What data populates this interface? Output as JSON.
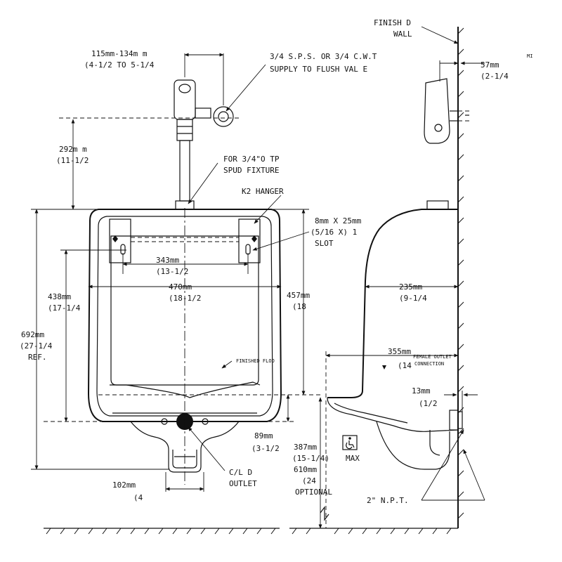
{
  "labels": {
    "finished_wall_1": "FINISH D",
    "finished_wall_2": "WALL",
    "supply_1": "3/4 S.P.S. OR 3/4 C.W.T",
    "supply_2": "SUPPLY TO FLUSH VAL E",
    "valve_width_mm": "115mm-134m m",
    "valve_width_in": "(4-1/2 TO 5-1/4",
    "wall_depth_mm": "57mm",
    "wall_depth_in": "(2-1/4",
    "wall_depth_note": "MI",
    "height_292_mm": "292m m",
    "height_292_in": "(11-1/2",
    "spud_1": "FOR 3/4\"O TP",
    "spud_2": "SPUD FIXTURE",
    "hanger": "K2 HANGER",
    "slot_1": "8mm X 25mm",
    "slot_2": "(5/16 X) 1",
    "slot_3": "SLOT",
    "width_343_mm": "343mm",
    "width_343_in": "(13-1/2",
    "width_470_mm": "470mm",
    "width_470_in": "(18-1/2",
    "height_438_mm": "438mm",
    "height_438_in": "(17-1/4",
    "height_457_mm": "457mm",
    "height_457_in": "(18",
    "depth_235_mm": "235mm",
    "depth_235_in": "(9-1/4",
    "height_692_mm": "692mm",
    "height_692_in": "(27-1/4",
    "height_692_ref": "REF.",
    "finished_floor": "FINISHED FLOO",
    "depth_355_mm": "355mm",
    "depth_355_in": "(14",
    "female_outlet_1": "FEMALE OUTLET",
    "female_outlet_2": "CONNECTION",
    "gap_13_mm": "13mm",
    "gap_13_in": "(1/2",
    "height_89_mm": "89mm",
    "height_89_in": "(3-1/2",
    "height_387_mm": "387mm",
    "height_387_in": "(15-1/4)",
    "max": "MAX",
    "height_610_mm": "610mm",
    "height_610_in": "(24",
    "optional": "OPTIONAL",
    "outlet_1": "C/L D",
    "outlet_2": "OUTLET",
    "width_102_mm": "102mm",
    "width_102_in": "(4",
    "npt": "2\" N.P.T."
  },
  "icons": {
    "accessibility": "wheelchair-accessible-icon"
  }
}
